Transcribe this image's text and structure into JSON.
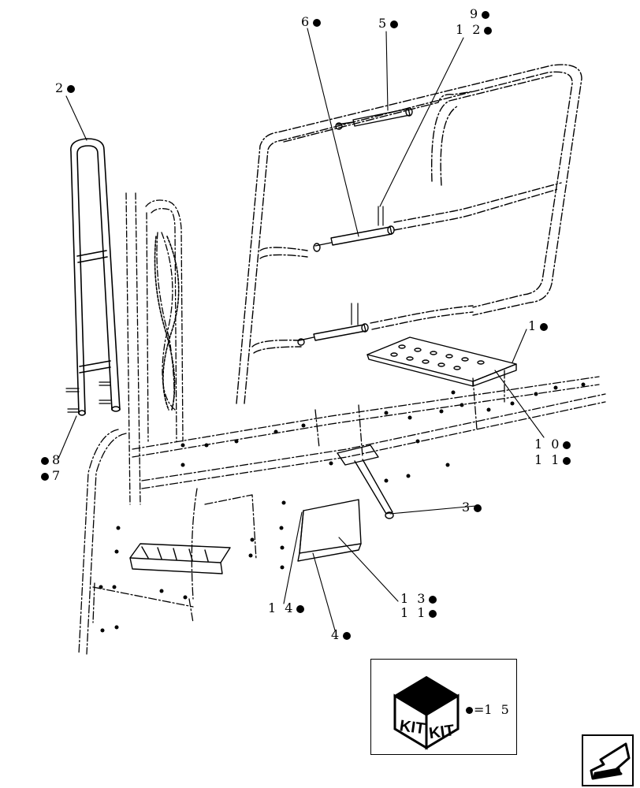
{
  "callouts": {
    "c1": "1",
    "c2": "2",
    "c3": "3",
    "c4": "4",
    "c5": "5",
    "c6": "6",
    "c7": "7",
    "c8": "8",
    "c9": "9",
    "c10": "1 0",
    "c11a": "1 1",
    "c11b": "1 1",
    "c12": "1 2",
    "c13": "1 3",
    "c14": "1 4"
  },
  "kit": {
    "label_left": "KIT",
    "label_right": "KIT",
    "legend_equals": "=",
    "legend_number": "1 5"
  },
  "colors": {
    "ink": "#000000",
    "paper": "#ffffff"
  },
  "icons": {
    "nav": "return-arrow-icon",
    "kit": "kit-box-icon"
  }
}
